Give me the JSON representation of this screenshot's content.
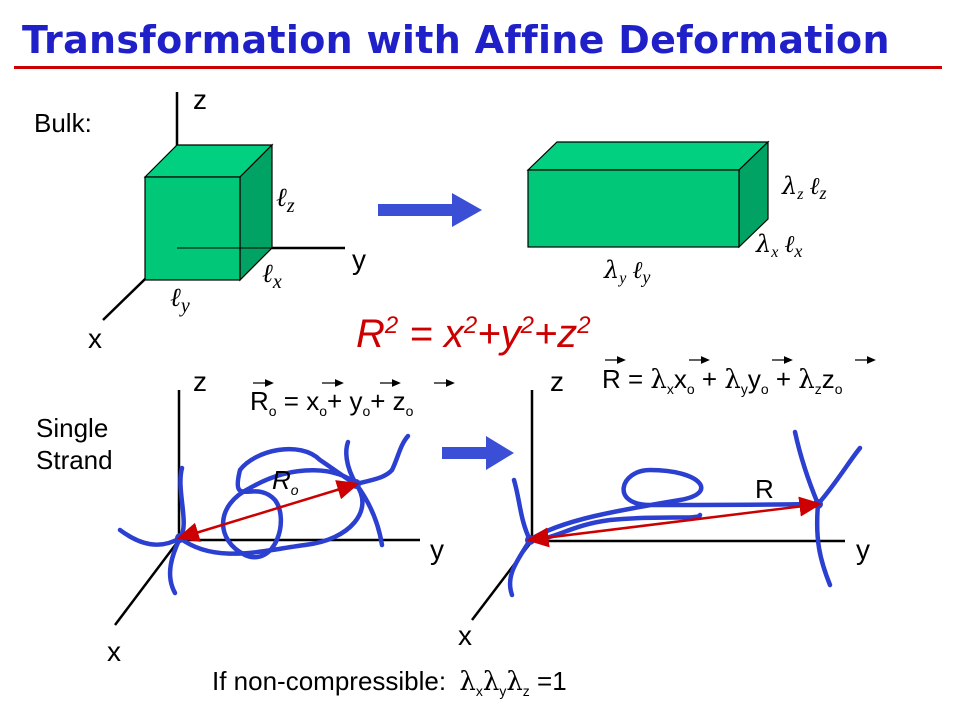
{
  "title": "Transformation with Affine Deformation",
  "bulk": {
    "label": "Bulk:",
    "axis_z": "z",
    "axis_y": "y",
    "axis_x": "x",
    "len_z": "z",
    "len_x": "x",
    "len_y": "y",
    "stretched_z": "z",
    "stretched_x": "x",
    "stretched_y": "y"
  },
  "equation": {
    "R": "R",
    "two": "2",
    "eq": " = ",
    "x": "x",
    "y": "y",
    "z": "z",
    "plus": "+"
  },
  "strand": {
    "label_line1": "Single",
    "label_line2": "Strand",
    "left_axis_z": "z",
    "left_axis_y": "y",
    "left_axis_x": "x",
    "right_axis_z": "z",
    "right_axis_y": "y",
    "right_axis_x": "x",
    "vec_Ro_label": "R",
    "vec_R_label": "R",
    "o": "o"
  },
  "footer": {
    "text": "If non-compressible:",
    "eq": "=1",
    "sub_x": "x",
    "sub_y": "y",
    "sub_z": "z"
  },
  "colors": {
    "title": "#2020c8",
    "rule": "#cc0000",
    "box_face": "#00c878",
    "box_side": "#009a5c",
    "arrow": "#3a4fd6",
    "strand": "#2b3fd0",
    "vector": "#cc0000"
  }
}
